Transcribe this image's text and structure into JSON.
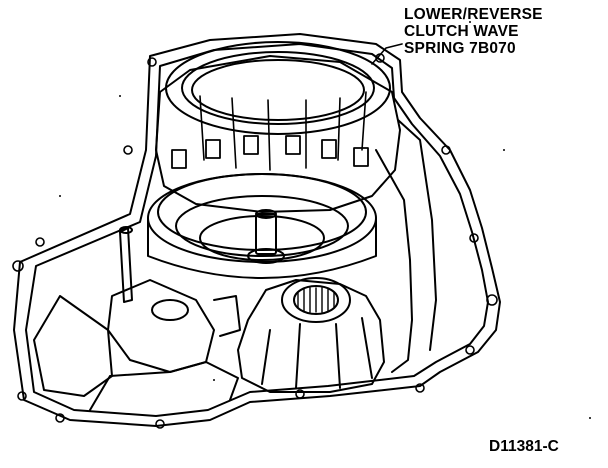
{
  "callout": {
    "lines": [
      "LOWER/REVERSE",
      "CLUTCH WAVE",
      "SPRING 7B070"
    ]
  },
  "figure_id": "D11381-C"
}
